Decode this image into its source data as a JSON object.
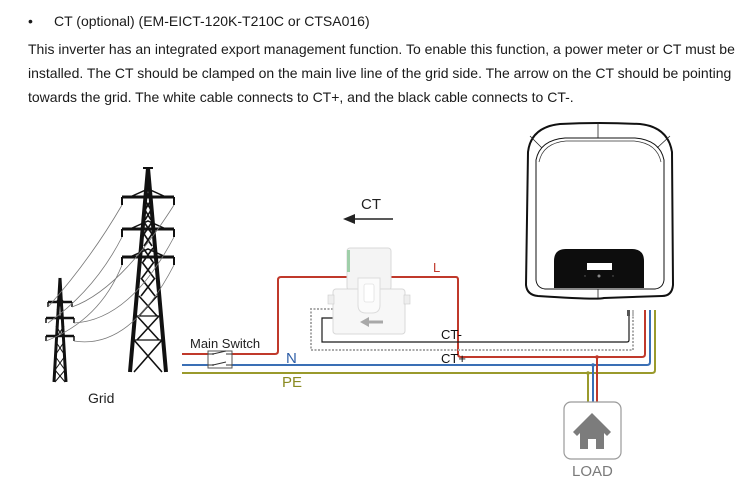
{
  "heading": {
    "bullet": "•",
    "text": "CT (optional) (EM-EICT-120K-T210C or CTSA016)"
  },
  "paragraph": {
    "lines": [
      "This inverter has an integrated export management function. To enable this function, a power meter or CT must be",
      "installed. The CT should be clamped on the main live line of the grid side. The arrow on the CT should be pointing",
      "towards the grid. The white cable connects to CT+, and the black cable connects to CT-."
    ]
  },
  "diagram": {
    "labels": {
      "grid": "Grid",
      "main_switch": "Main Switch",
      "ct_title": "CT",
      "live": "L",
      "neutral": "N",
      "earth": "PE",
      "ct_minus": "CT-",
      "ct_plus": "CT+",
      "load": "LOAD"
    },
    "icons": {
      "tower": "transmission-tower-icon",
      "switch": "switch-icon",
      "ct_clamp": "ct-clamp-icon",
      "inverter": "inverter-icon",
      "load": "house-icon",
      "direction": "arrow-left-icon"
    },
    "colors": {
      "live": "#c0392b",
      "neutral": "#3a6fb5",
      "earth": "#9a9a2c",
      "ct_minus": "#1a1a1a",
      "ct_plus": "#b0b0b0",
      "label_live": "#c0392b",
      "label_neutral": "#2f5fa7",
      "label_earth": "#8a8a22",
      "load_icon": "#808080"
    }
  }
}
